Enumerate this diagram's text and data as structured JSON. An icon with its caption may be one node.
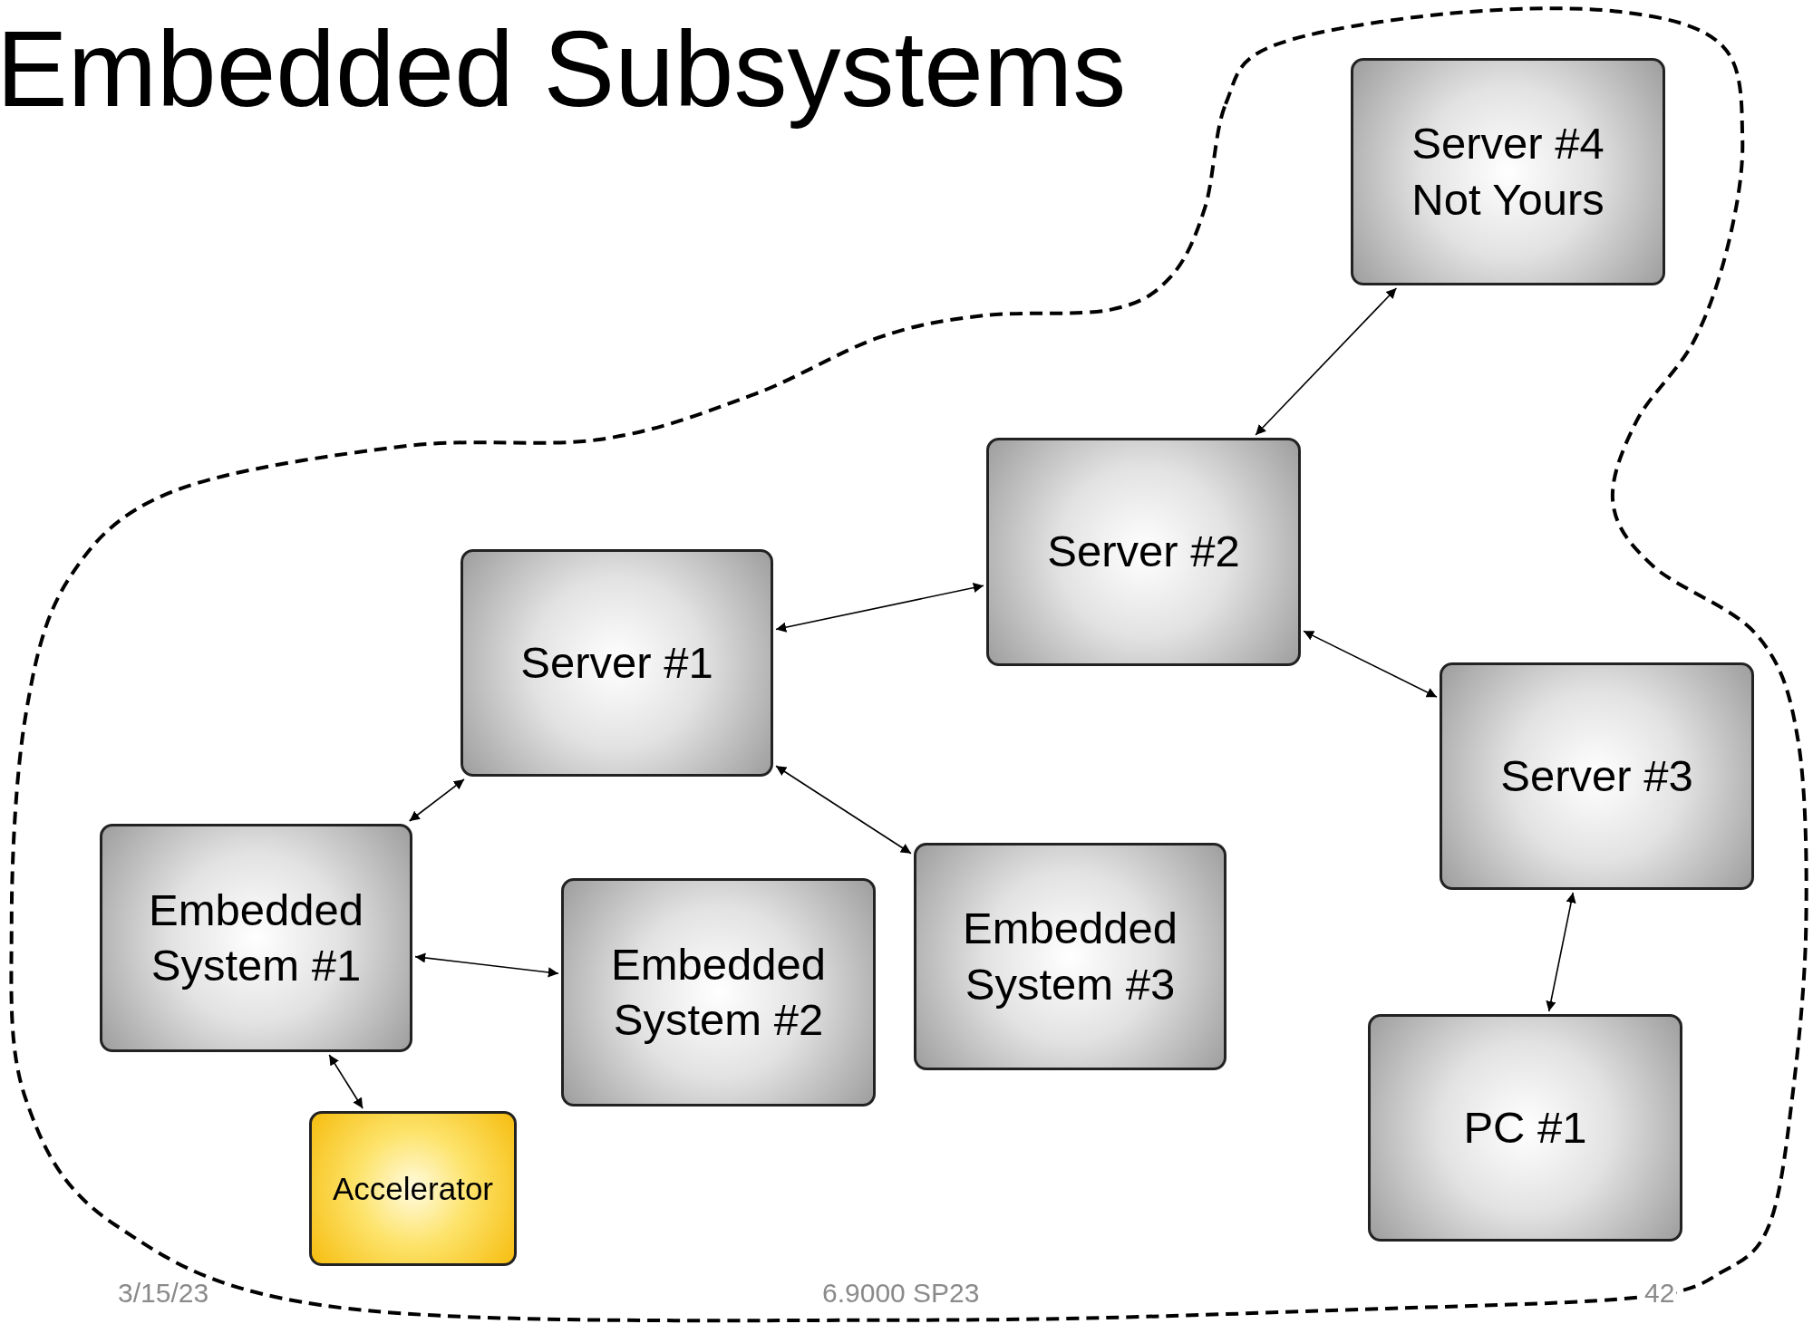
{
  "diagram": {
    "title": "Embedded Subsystems",
    "nodes": [
      {
        "text": [
          "Server #4 Not Yours"
        ]
      },
      {
        "text": [
          "Server #2"
        ]
      },
      {
        "text": [
          "Server #1"
        ]
      },
      {
        "text": [
          "Server #3"
        ]
      },
      {
        "text": [
          "Embedded System #1"
        ]
      },
      {
        "text": [
          "Embedded System #2"
        ]
      },
      {
        "text": [
          "Embedded System #3"
        ]
      },
      {
        "text": [
          "PC #1"
        ]
      },
      {
        "text": [
          "Accelerator"
        ]
      }
    ],
    "edges": [
      {
        "from": 0,
        "to": 1,
        "arrow": "both"
      },
      {
        "from": 2,
        "to": 1,
        "arrow": "both"
      },
      {
        "from": 2,
        "to": 4,
        "arrow": "both"
      },
      {
        "from": 2,
        "to": 6,
        "arrow": "both"
      },
      {
        "from": 1,
        "to": 3,
        "arrow": "both"
      },
      {
        "from": 3,
        "to": 7,
        "arrow": "both"
      },
      {
        "from": 4,
        "to": 5,
        "arrow": "both"
      },
      {
        "from": 4,
        "to": 8,
        "arrow": "both"
      }
    ],
    "labels": [
      "3/15/23",
      "6.9000 SP23",
      "42"
    ]
  }
}
